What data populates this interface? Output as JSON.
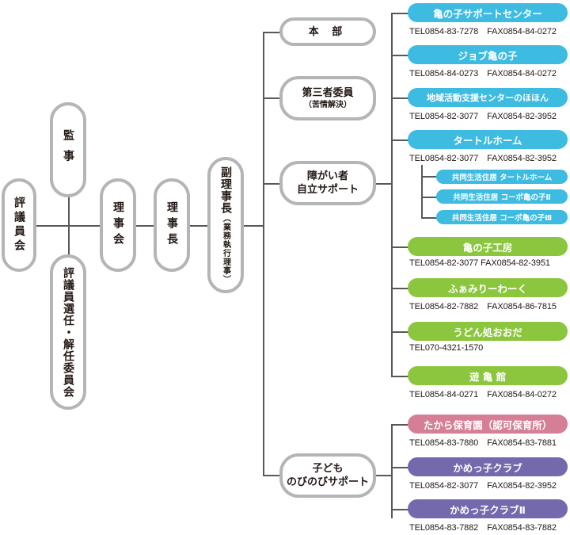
{
  "diagram": {
    "type": "organization-chart",
    "governance": {
      "council": "評議員会",
      "auditor": "監事",
      "selection_committee": "評議員選任・解任委員会",
      "board": "理事会",
      "chairman": "理事長",
      "vice_chairman": "副理事長",
      "vice_chairman_note": "（業務執行理事）"
    },
    "divisions": {
      "honbu": "本 部",
      "third_party": {
        "title": "第三者委員",
        "note": "（苦情解決）"
      },
      "disability": {
        "line1": "障がい者",
        "line2": "自立サポート"
      },
      "children": {
        "line1": "子ども",
        "line2": "のびのびサポート"
      }
    },
    "facilities": [
      {
        "name": "亀の子サポートセンター",
        "color": "#3dbbe1",
        "contact": "TEL0854-83-7278　FAX0854-84-0272"
      },
      {
        "name": "ジョブ亀の子",
        "color": "#3dbbe1",
        "contact": "TEL0854-84-0273　FAX0854-84-0272"
      },
      {
        "name": "地域活動支援センターのほほん",
        "color": "#3dbbe1",
        "contact": "TEL0854-82-3077　FAX0854-82-3952"
      },
      {
        "name": "タートルホーム",
        "color": "#3dbbe1",
        "contact": "TEL0854-82-3077　FAX0854-82-3952"
      },
      {
        "name": "亀の子工房",
        "color": "#8cc63f",
        "contact": "TEL0854-82-3077  FAX0854-82-3951"
      },
      {
        "name": "ふぁみりーわーく",
        "color": "#8cc63f",
        "contact": "TEL0854-82-7882　FAX0854-86-7815"
      },
      {
        "name": "うどん処おおだ",
        "color": "#8cc63f",
        "contact": "TEL070-4321-1570"
      },
      {
        "name": "遊 亀 館",
        "color": "#8cc63f",
        "contact": "TEL0854-84-0271　FAX0854-84-0272"
      },
      {
        "name": "たから保育園（認可保育所）",
        "color": "#d57f95",
        "contact": "TEL0854-83-7880　FAX0854-83-7881"
      },
      {
        "name": "かめっ子クラブ",
        "color": "#7369ac",
        "contact": "TEL0854-82-3077　FAX0854-82-3952"
      },
      {
        "name": "かめっ子クラブⅡ",
        "color": "#7369ac",
        "contact": "TEL0854-83-7882　FAX0854-83-7882"
      }
    ],
    "group_homes": [
      "共同生活住居 タートルホーム",
      "共同生活住居 コーポ亀の子Ⅱ",
      "共同生活住居 コーポ亀の子Ⅲ"
    ]
  }
}
